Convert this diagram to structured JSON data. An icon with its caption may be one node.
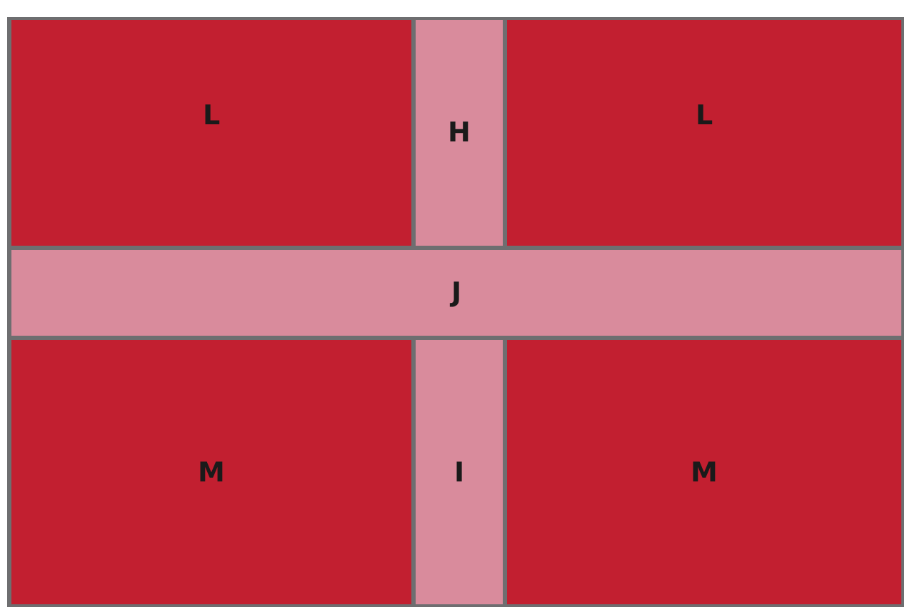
{
  "diagram": {
    "nodes": [
      {
        "text": [
          "L"
        ]
      },
      {
        "text": [
          "H"
        ]
      },
      {
        "text": [
          "L"
        ]
      },
      {
        "text": [
          "J"
        ]
      },
      {
        "text": [
          "M"
        ]
      },
      {
        "text": [
          "I"
        ]
      },
      {
        "text": [
          "M"
        ]
      }
    ]
  }
}
